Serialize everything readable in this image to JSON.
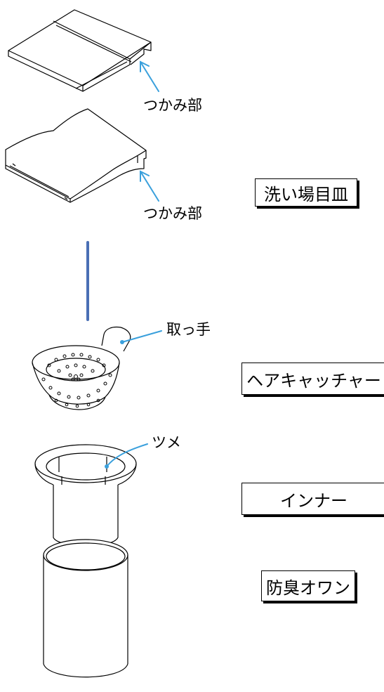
{
  "labels": {
    "grip_1": "つかみ部",
    "grip_2": "つかみ部",
    "handle": "取っ手",
    "claw": "ツメ"
  },
  "parts": {
    "wash_plate": "洗い場目皿",
    "hair_catcher": "ヘアキャッチャー",
    "inner": "インナー",
    "odor_bowl": "防臭オワン"
  },
  "colors": {
    "leader": "#3aa0dc",
    "connector": "#4a6fb5",
    "line": "#000000"
  }
}
